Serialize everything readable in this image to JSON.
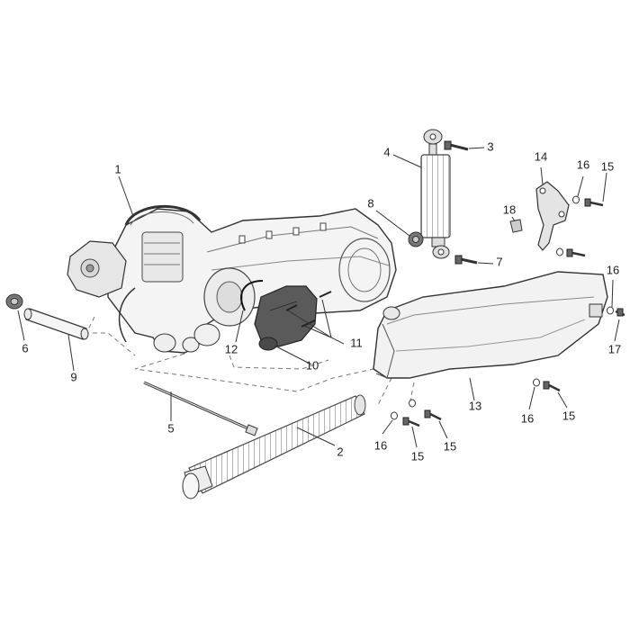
{
  "diagram": {
    "callouts": [
      {
        "id": "c1",
        "label": "1"
      },
      {
        "id": "c2",
        "label": "2"
      },
      {
        "id": "c3",
        "label": "3"
      },
      {
        "id": "c4",
        "label": "4"
      },
      {
        "id": "c5",
        "label": "5"
      },
      {
        "id": "c6",
        "label": "6"
      },
      {
        "id": "c7",
        "label": "7"
      },
      {
        "id": "c8",
        "label": "8"
      },
      {
        "id": "c9",
        "label": "9"
      },
      {
        "id": "c10",
        "label": "10"
      },
      {
        "id": "c11",
        "label": "11"
      },
      {
        "id": "c12",
        "label": "12"
      },
      {
        "id": "c13",
        "label": "13"
      },
      {
        "id": "c14",
        "label": "14"
      },
      {
        "id": "c16a",
        "label": "16"
      },
      {
        "id": "c15a",
        "label": "15"
      },
      {
        "id": "c18",
        "label": "18"
      },
      {
        "id": "c16b",
        "label": "16"
      },
      {
        "id": "c17",
        "label": "17"
      },
      {
        "id": "c16c",
        "label": "16"
      },
      {
        "id": "c15b",
        "label": "15"
      },
      {
        "id": "c16d",
        "label": "16"
      },
      {
        "id": "c15c",
        "label": "15"
      },
      {
        "id": "c15d",
        "label": "15"
      }
    ]
  }
}
